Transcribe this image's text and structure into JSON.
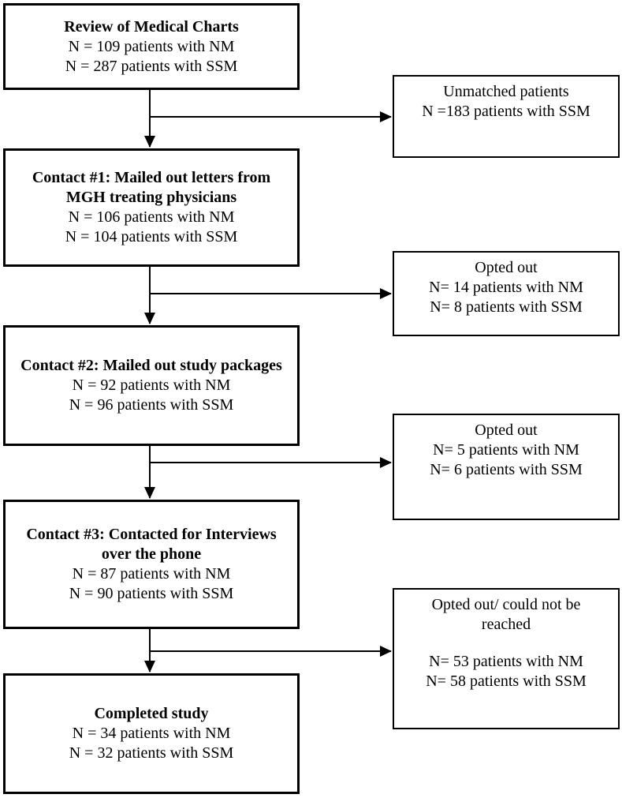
{
  "flow": {
    "colors": {
      "background": "#ffffff",
      "box_fill": "#ffffff",
      "line_color": "#000000"
    },
    "left_boxes": [
      {
        "id": "review-of-medical-charts",
        "lines": [
          "Review of Medical Charts",
          "N = 109 patients with NM",
          "N = 287 patients with SSM"
        ]
      },
      {
        "id": "contact-1",
        "lines": [
          "Contact #1: Mailed out letters from",
          "MGH treating physicians",
          "N = 106 patients with NM",
          "N = 104 patients with SSM"
        ]
      },
      {
        "id": "contact-2",
        "lines": [
          "Contact #2: Mailed out study packages",
          "N = 92 patients with NM",
          "N = 96 patients with SSM"
        ]
      },
      {
        "id": "contact-3",
        "lines": [
          "Contact #3: Contacted for Interviews",
          "over the phone",
          "N = 87 patients with NM",
          "N = 90 patients with SSM"
        ]
      },
      {
        "id": "completed-study",
        "lines": [
          "Completed study",
          "N = 34 patients with NM",
          "N = 32 patients with SSM"
        ]
      }
    ],
    "right_boxes": [
      {
        "id": "unmatched-patients",
        "lines": [
          "Unmatched patients",
          "N =183 patients with SSM"
        ]
      },
      {
        "id": "opted-out-1",
        "lines": [
          "Opted out",
          "N= 14 patients with NM",
          "N= 8 patients with SSM"
        ]
      },
      {
        "id": "opted-out-2",
        "lines": [
          "Opted out",
          "N= 5 patients with NM",
          "N= 6 patients with SSM"
        ]
      },
      {
        "id": "opted-out-could-not-be-reached",
        "lines": [
          "Opted out/ could not be",
          "reached",
          "N= 53 patients with NM",
          "N= 58 patients with SSM"
        ]
      }
    ]
  }
}
